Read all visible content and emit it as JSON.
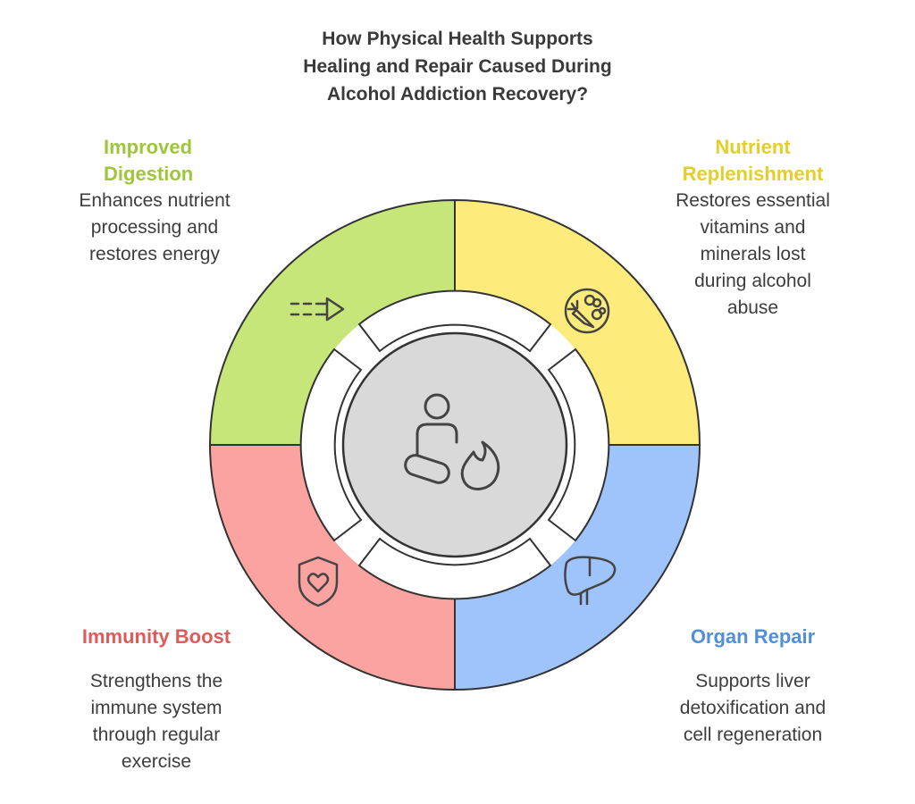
{
  "title_lines": [
    "How Physical Health Supports",
    "Healing and Repair Caused During",
    "Alcohol Addiction Recovery?"
  ],
  "segments": {
    "digestion": {
      "heading": [
        "Improved",
        "Digestion"
      ],
      "description": [
        "Enhances nutrient",
        "processing and",
        "restores energy"
      ],
      "color": "#9fd24e",
      "fill": "#c7e67a",
      "icon": "arrow-right-icon"
    },
    "nutrient": {
      "heading": [
        "Nutrient",
        "Replenishment"
      ],
      "description": [
        "Restores essential",
        "vitamins and",
        "minerals lost",
        "during alcohol",
        "abuse"
      ],
      "color": "#e3cf27",
      "fill": "#fdeb7b",
      "icon": "vegetables-icon"
    },
    "immunity": {
      "heading": [
        "Immunity Boost"
      ],
      "description": [
        "Strengthens the",
        "immune system",
        "through regular",
        "exercise"
      ],
      "color": "#e05a5a",
      "fill": "#fba3a0",
      "icon": "shield-heart-icon"
    },
    "organ": {
      "heading": [
        "Organ Repair"
      ],
      "description": [
        "Supports liver",
        "detoxification and",
        "cell regeneration"
      ],
      "color": "#4f8fdc",
      "fill": "#9fc3fb",
      "icon": "liver-icon"
    }
  },
  "center": {
    "icon": "person-healing-icon",
    "fill": "#d9d9d9"
  },
  "outline_color": "#333333"
}
